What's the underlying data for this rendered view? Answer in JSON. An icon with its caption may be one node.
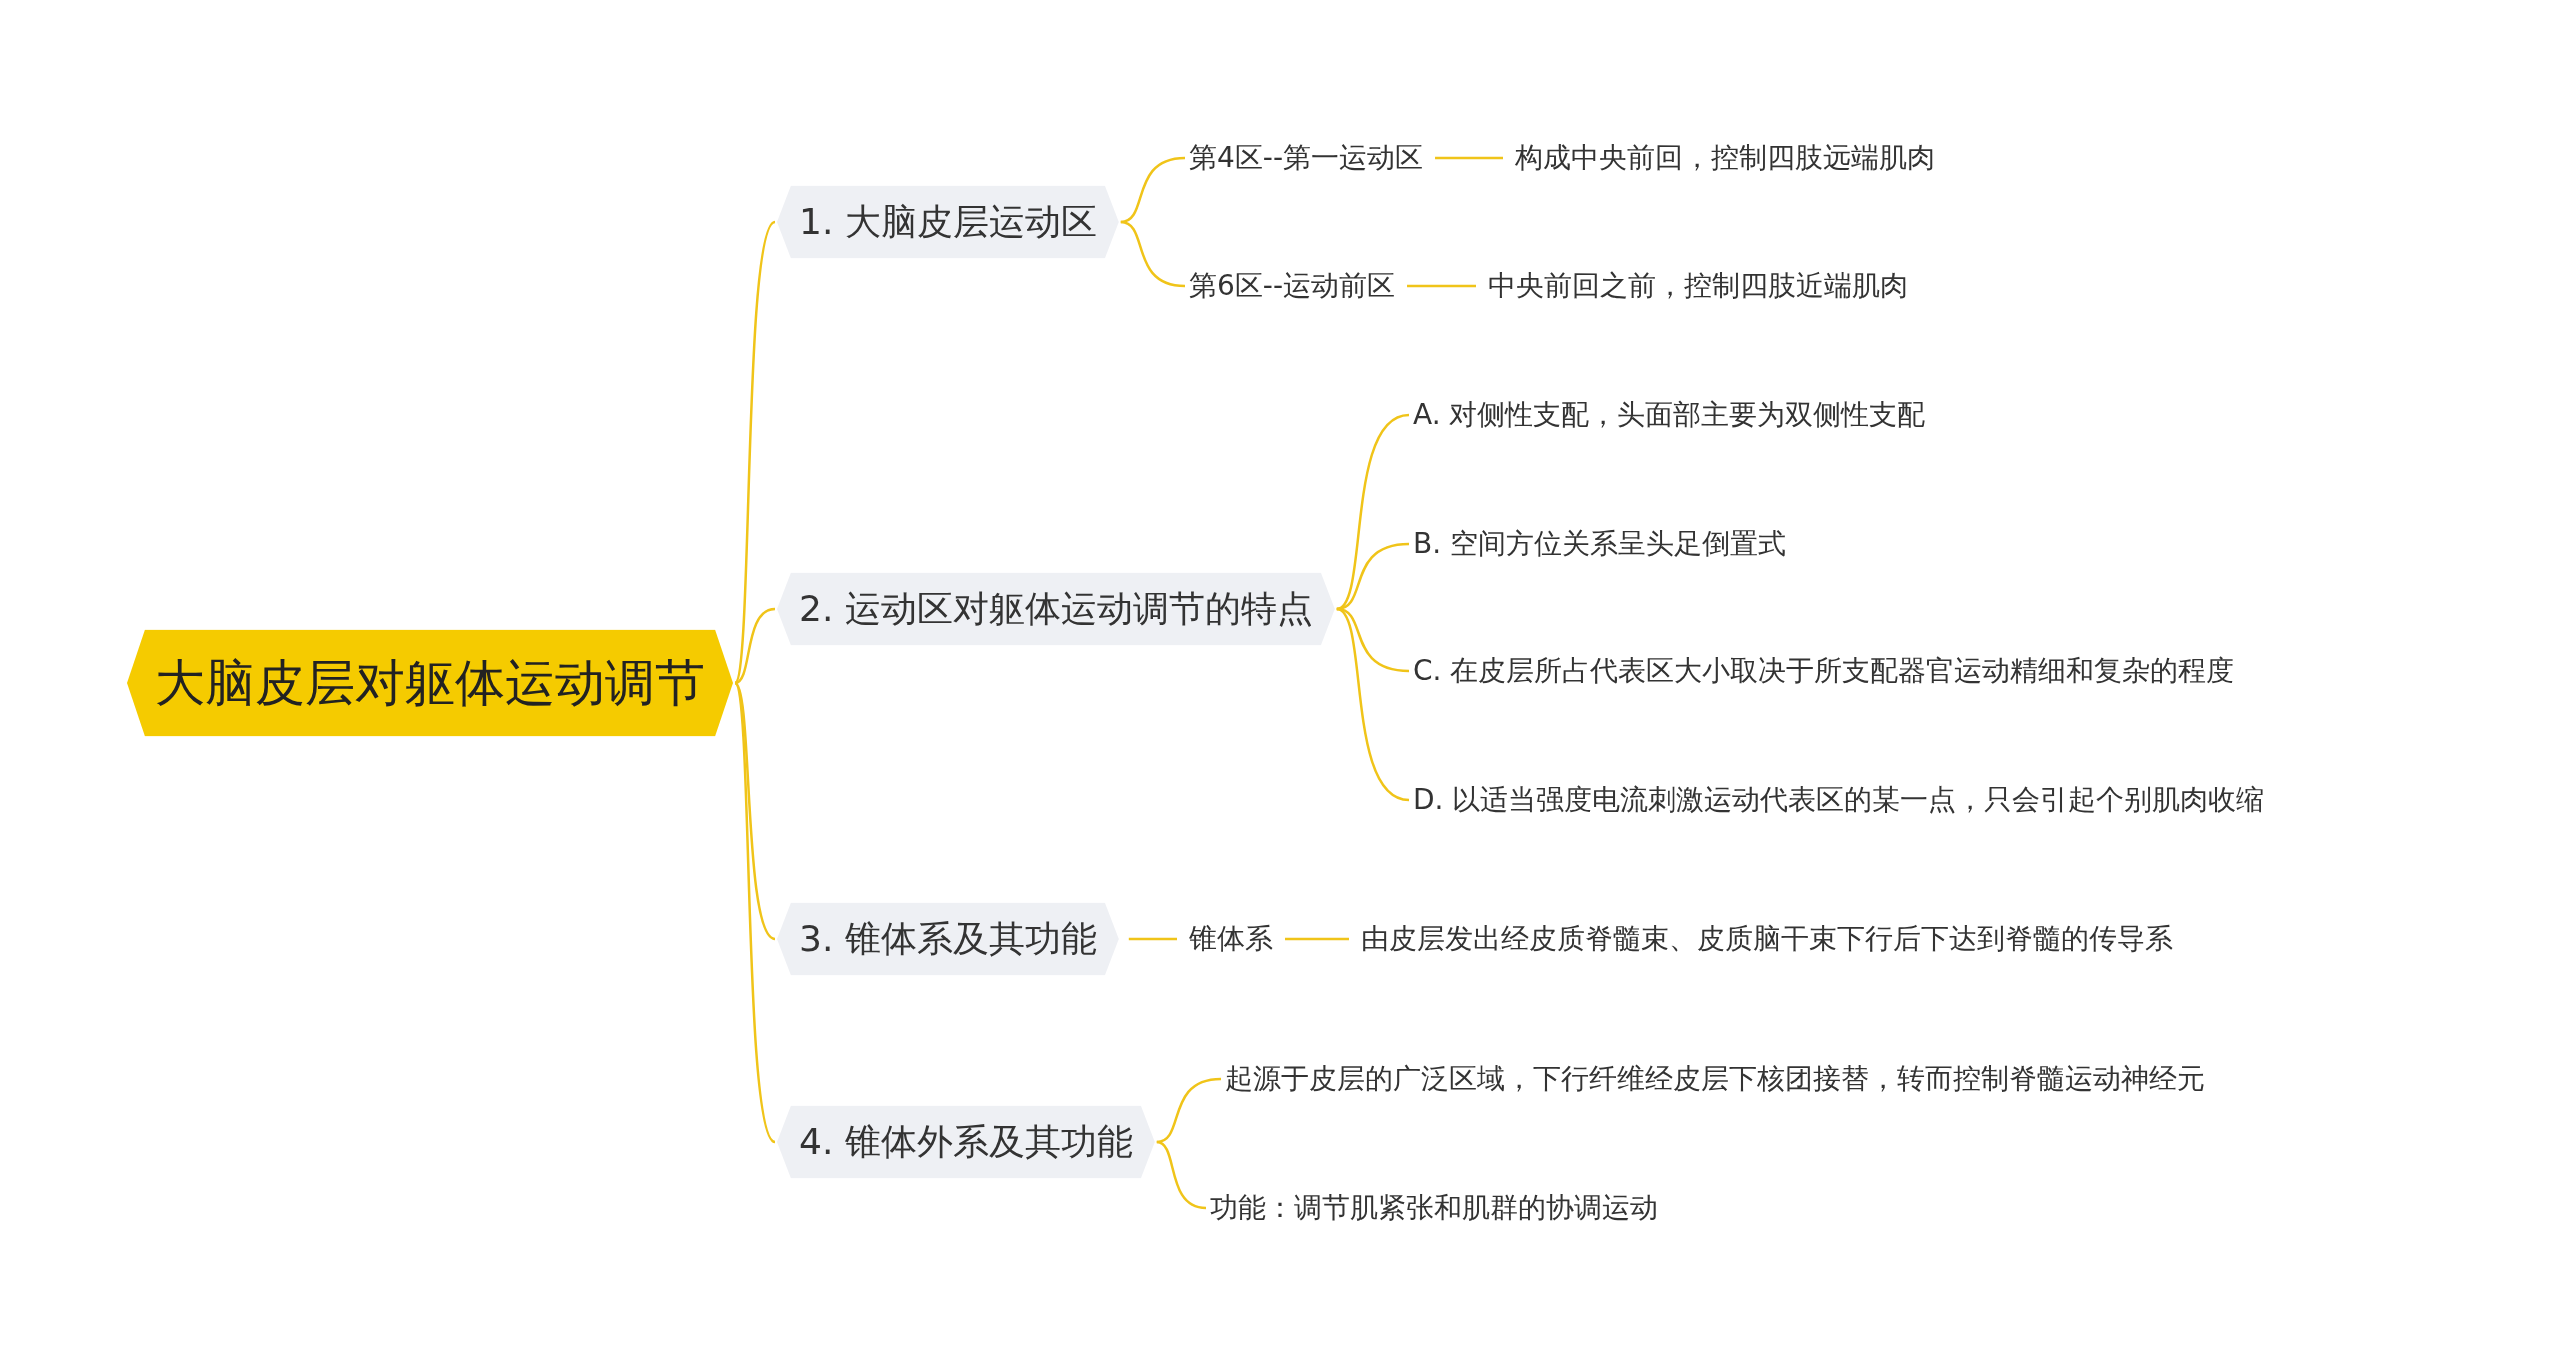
{
  "diagram": {
    "nodes": [
      {
        "text": [
          "大脑皮层对躯体运动调节"
        ]
      },
      {
        "text": [
          "1. 大脑皮层运动区"
        ]
      },
      {
        "text": [
          "第4区--第一运动区"
        ]
      },
      {
        "text": [
          "构成中央前回，控制四肢远端肌肉"
        ]
      },
      {
        "text": [
          "第6区--运动前区"
        ]
      },
      {
        "text": [
          "中央前回之前，控制四肢近端肌肉"
        ]
      },
      {
        "text": [
          "2. 运动区对躯体运动调节的特点"
        ]
      },
      {
        "text": [
          "A. 对侧性支配，头面部主要为双侧性支配"
        ]
      },
      {
        "text": [
          "B. 空间方位关系呈头足倒置式"
        ]
      },
      {
        "text": [
          "C. 在皮层所占代表区大小取决于所支配器官运动精细和复杂的程度"
        ]
      },
      {
        "text": [
          "D. 以适当强度电流刺激运动代表区的某一点，只会引起个别肌肉收缩"
        ]
      },
      {
        "text": [
          "3. 锥体系及其功能"
        ]
      },
      {
        "text": [
          "锥体系"
        ]
      },
      {
        "text": [
          "由皮层发出经皮质脊髓束、皮质脑干束下行后下达到脊髓的传导系"
        ]
      },
      {
        "text": [
          "4. 锥体外系及其功能"
        ]
      },
      {
        "text": [
          "起源于皮层的广泛区域，下行纤维经皮层下核团接替，转而控制脊髓运动神经元"
        ]
      },
      {
        "text": [
          "功能：调节肌紧张和肌群的协调运动"
        ]
      }
    ],
    "edges": [
      {
        "from": 0,
        "to": 1,
        "arrow": "none"
      },
      {
        "from": 0,
        "to": 6,
        "arrow": "none"
      },
      {
        "from": 0,
        "to": 11,
        "arrow": "none"
      },
      {
        "from": 0,
        "to": 14,
        "arrow": "none"
      },
      {
        "from": 1,
        "to": 2,
        "arrow": "none"
      },
      {
        "from": 1,
        "to": 4,
        "arrow": "none"
      },
      {
        "from": 2,
        "to": 3,
        "arrow": "none"
      },
      {
        "from": 4,
        "to": 5,
        "arrow": "none"
      },
      {
        "from": 6,
        "to": 7,
        "arrow": "none"
      },
      {
        "from": 6,
        "to": 8,
        "arrow": "none"
      },
      {
        "from": 6,
        "to": 9,
        "arrow": "none"
      },
      {
        "from": 6,
        "to": 10,
        "arrow": "none"
      },
      {
        "from": 11,
        "to": 12,
        "arrow": "none"
      },
      {
        "from": 12,
        "to": 13,
        "arrow": "none"
      },
      {
        "from": 14,
        "to": 15,
        "arrow": "none"
      },
      {
        "from": 14,
        "to": 16,
        "arrow": "none"
      }
    ]
  }
}
